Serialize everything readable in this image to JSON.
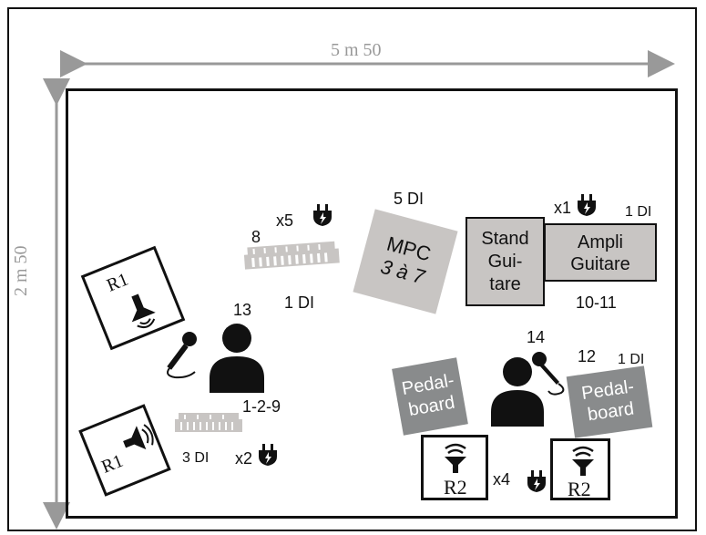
{
  "dimensions": {
    "width_label": "5 m 50",
    "height_label": "2 m 50"
  },
  "monitors": [
    {
      "label": "R1",
      "icon": "speaker-icon"
    },
    {
      "label": "R1",
      "icon": "speaker-icon"
    },
    {
      "label": "R2",
      "icon": "wedge-speaker-icon"
    },
    {
      "label": "R2",
      "icon": "wedge-speaker-icon"
    }
  ],
  "elements": {
    "mpc": {
      "line1": "MPC",
      "line2": "3 à 7"
    },
    "stand": {
      "line1": "Stand",
      "line2": "Gui-",
      "line3": "tare"
    },
    "ampli": {
      "line1": "Ampli",
      "line2": "Guitare"
    },
    "pedal_left": {
      "line1": "Pedal-",
      "line2": "board"
    },
    "pedal_right": {
      "line1": "Pedal-",
      "line2": "board"
    }
  },
  "labels": {
    "di_mpc": "5 DI",
    "di_ampli": "1 DI",
    "plug_x1": "x1",
    "plug_x5": "x5",
    "keyboard_top_num": "8",
    "di_keyboard_top": "1 DI",
    "musician_left_num": "13",
    "keyboard_bottom_num": "1-2-9",
    "di_keyboard_bottom": "3 DI",
    "plug_x2": "x2",
    "ampli_num": "10-11",
    "musician_right_num": "14",
    "pedal_right_num": "12",
    "di_pedal_right": "1 DI",
    "plug_x4": "x4"
  },
  "colors": {
    "dimension": "#999999",
    "light_box": "#c8c5c3",
    "dark_box": "#898b8c",
    "ink": "#111111"
  }
}
